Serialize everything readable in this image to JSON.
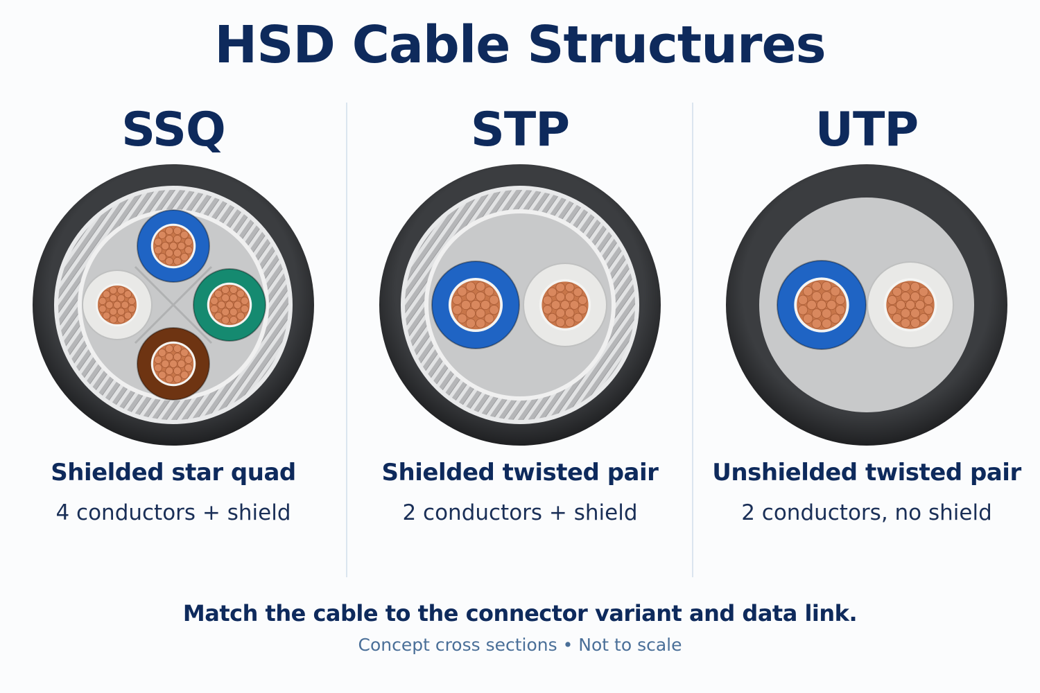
{
  "title": "HSD Cable Structures",
  "cables": [
    {
      "name": "SSQ",
      "description": "Shielded star quad",
      "detail": "4 conductors + shield",
      "shielded": true,
      "conductor_colors": [
        "#1f64c4",
        "#158a70",
        "#6e3412",
        "#e9e9e7"
      ]
    },
    {
      "name": "STP",
      "description": "Shielded twisted pair",
      "detail": "2 conductors + shield",
      "shielded": true,
      "conductor_colors": [
        "#1f64c4",
        "#e9e9e7"
      ]
    },
    {
      "name": "UTP",
      "description": "Unshielded twisted pair",
      "detail": "2 conductors, no shield",
      "shielded": false,
      "conductor_colors": [
        "#1f64c4",
        "#e9e9e7"
      ]
    }
  ],
  "footer": {
    "main": "Match the cable to the connector variant and data link.",
    "note": "Concept cross sections • Not to scale"
  },
  "colors": {
    "jacket": "#2f3133",
    "filler": "#c9cacb",
    "copper": "#d9885e",
    "title": "#0e2a5c"
  }
}
